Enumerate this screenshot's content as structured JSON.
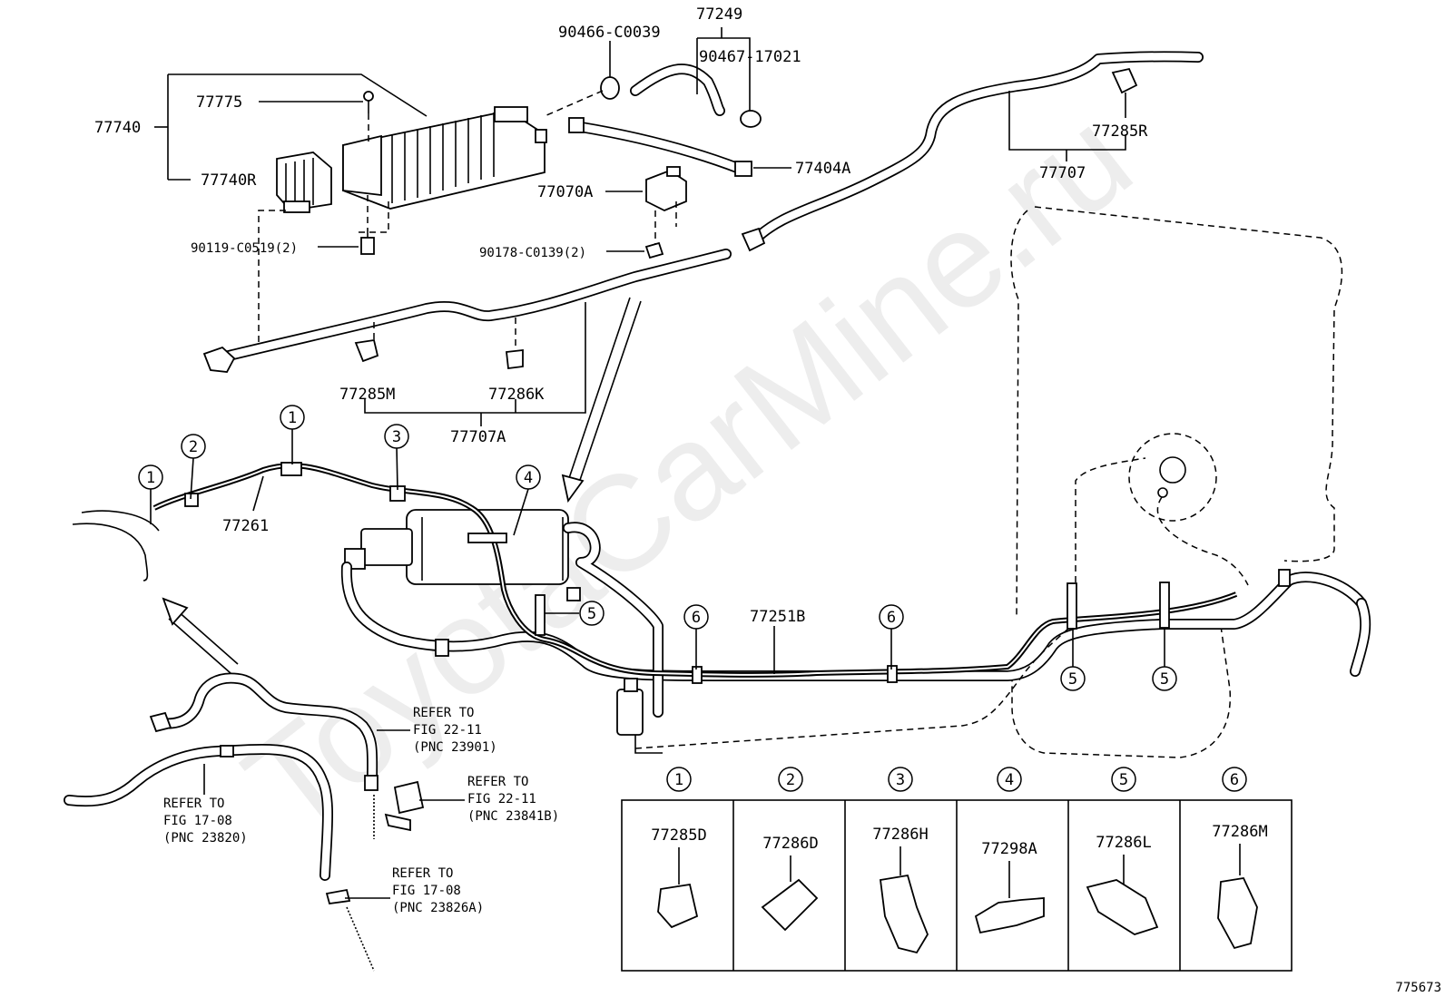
{
  "watermark": "ToyotaCarMine.ru",
  "figure_number": "775673",
  "part_labels": {
    "p77249": "77249",
    "p90466": "90466-C0039",
    "p90467": "90467-17021",
    "p77775": "77775",
    "p77740": "77740",
    "p77740R": "77740R",
    "p77404A": "77404A",
    "p77070A": "77070A",
    "p90119": "90119-C0519(2)",
    "p90178": "90178-C0139(2)",
    "p77285R": "77285R",
    "p77707": "77707",
    "p77285M": "77285M",
    "p77286K": "77286K",
    "p77707A": "77707A",
    "p77261": "77261",
    "p77251B": "77251B"
  },
  "callouts": [
    "1",
    "2",
    "3",
    "4",
    "5",
    "6"
  ],
  "references": [
    {
      "line1": "REFER TO",
      "line2": "FIG 22-11",
      "line3": "(PNC 23901)"
    },
    {
      "line1": "REFER TO",
      "line2": "FIG 22-11",
      "line3": "(PNC 23841B)"
    },
    {
      "line1": "REFER TO",
      "line2": "FIG 17-08",
      "line3": "(PNC 23820)"
    },
    {
      "line1": "REFER TO",
      "line2": "FIG 17-08",
      "line3": "(PNC 23826A)"
    }
  ],
  "legend": [
    {
      "num": "1",
      "part": "77285D"
    },
    {
      "num": "2",
      "part": "77286D"
    },
    {
      "num": "3",
      "part": "77286H"
    },
    {
      "num": "4",
      "part": "77298A"
    },
    {
      "num": "5",
      "part": "77286L"
    },
    {
      "num": "6",
      "part": "77286M"
    }
  ]
}
